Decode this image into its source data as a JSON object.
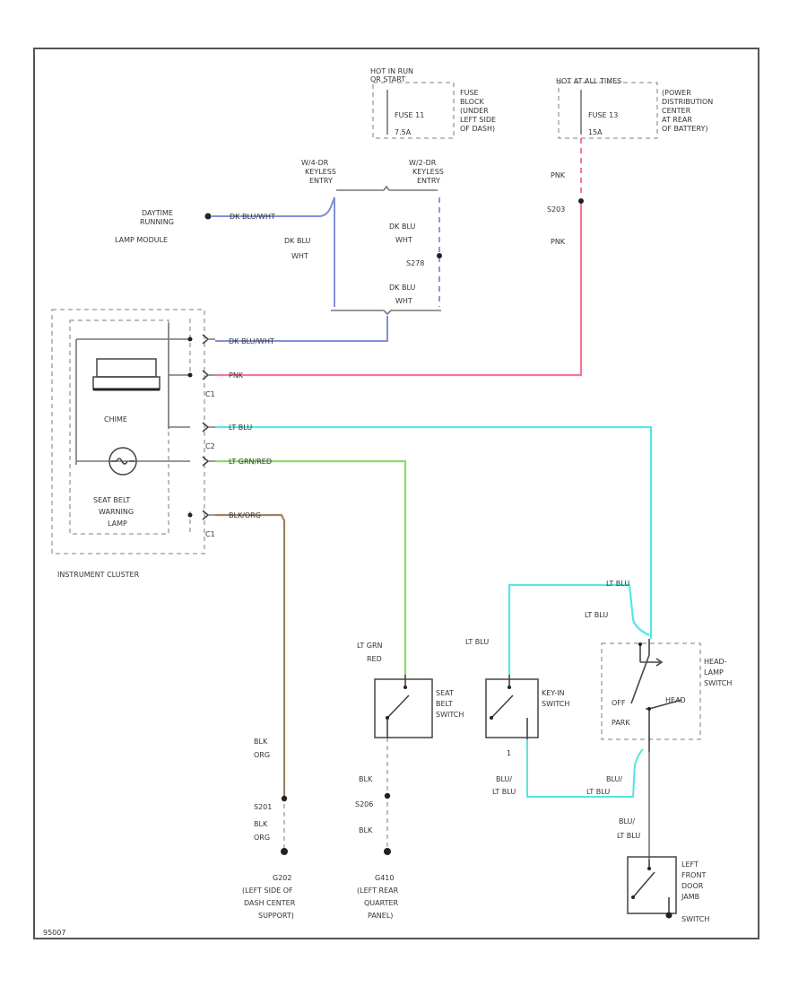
{
  "colors": {
    "dk_blu_wht": "#8090d8",
    "pnk": "#f27a93",
    "lt_blu": "#55e5e5",
    "lt_grn_red": "#88dd66",
    "blk_org": "#a08060",
    "blk": "#999999"
  },
  "power": {
    "hot_run": {
      "line1": "HOT IN RUN",
      "line2": "OR START",
      "fuse": "FUSE 11",
      "amps": "7.5A"
    },
    "fuse_block": [
      "FUSE",
      "BLOCK",
      "(UNDER",
      "LEFT SIDE",
      "OF DASH)"
    ],
    "hot_all": {
      "line1": "HOT AT ALL TIMES",
      "fuse": "FUSE 13",
      "amps": "15A"
    },
    "pdc": [
      "(POWER",
      "DISTRIBUTION",
      "CENTER",
      "AT REAR",
      "OF BATTERY)"
    ]
  },
  "keyless": {
    "four_door": [
      "W/4-DR",
      "KEYLESS",
      "ENTRY"
    ],
    "two_door": [
      "W/2-DR",
      "KEYLESS",
      "ENTRY"
    ]
  },
  "drl": [
    "DAYTIME",
    "RUNNING",
    "LAMP MODULE"
  ],
  "wire_labels": {
    "dk_blu_wht": "DK BLU/WHT",
    "dk_blu": "DK BLU",
    "wht": "WHT",
    "pnk": "PNK",
    "lt_blu": "LT BLU",
    "lt_grn_red": "LT GRN/RED",
    "lt_grn": "LT GRN",
    "red": "RED",
    "blk_org": "BLK/ORG",
    "blk": "BLK",
    "org": "ORG",
    "blu_lt_blu": "BLU/",
    "lt_blu2": "LT BLU"
  },
  "splices": {
    "s203": "S203",
    "s278": "S278",
    "s201": "S201",
    "s206": "S206"
  },
  "cluster": {
    "title": "INSTRUMENT CLUSTER",
    "chime": "CHIME",
    "lamp": [
      "SEAT BELT",
      "WARNING",
      "LAMP"
    ],
    "c1": "C1",
    "c2": "C2",
    "c1b": "C1"
  },
  "switches": {
    "seat_belt": [
      "SEAT",
      "BELT",
      "SWITCH"
    ],
    "key_in": [
      "KEY-IN",
      "SWITCH"
    ],
    "headlamp": [
      "HEAD-",
      "LAMP",
      "SWITCH"
    ],
    "hl_off": "OFF",
    "hl_park": "PARK",
    "hl_head": "HEAD",
    "door_jamb": [
      "LEFT",
      "FRONT",
      "DOOR",
      "JAMB",
      "SWITCH"
    ]
  },
  "grounds": {
    "g202": [
      "G202",
      "(LEFT SIDE OF",
      "DASH CENTER",
      "SUPPORT)"
    ],
    "g410": [
      "G410",
      "(LEFT REAR",
      "QUARTER",
      "PANEL)"
    ]
  },
  "footer_id": "95007"
}
